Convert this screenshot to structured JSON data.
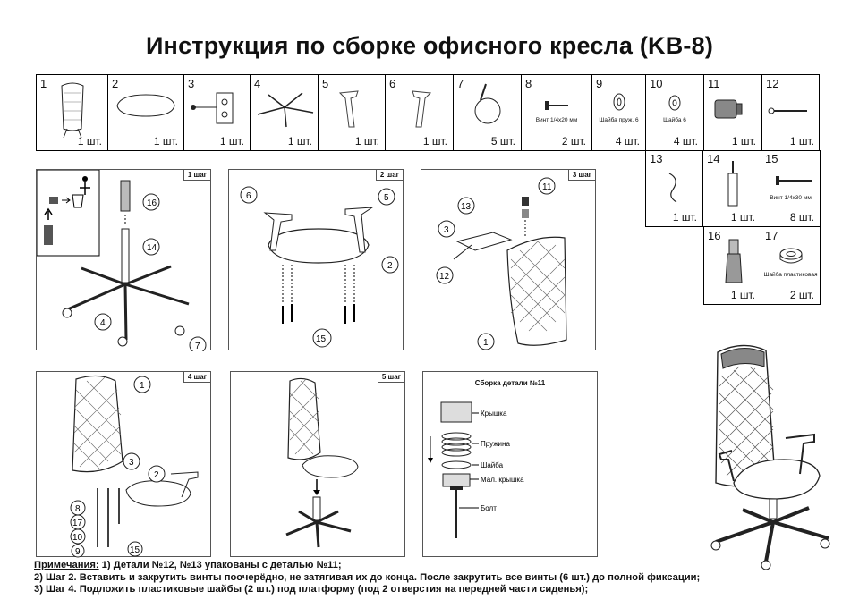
{
  "title": "Инструкция по сборке офисного кресла (KB-8)",
  "parts": [
    {
      "num": "1",
      "qty": "1 шт.",
      "caption": ""
    },
    {
      "num": "2",
      "qty": "1 шт.",
      "caption": ""
    },
    {
      "num": "3",
      "qty": "1 шт.",
      "caption": ""
    },
    {
      "num": "4",
      "qty": "1 шт.",
      "caption": ""
    },
    {
      "num": "5",
      "qty": "1 шт.",
      "caption": ""
    },
    {
      "num": "6",
      "qty": "1 шт.",
      "caption": ""
    },
    {
      "num": "7",
      "qty": "5 шт.",
      "caption": ""
    },
    {
      "num": "8",
      "qty": "2 шт.",
      "caption": "Винт 1/4x20 мм"
    },
    {
      "num": "9",
      "qty": "4 шт.",
      "caption": "Шайба пруж. 6"
    },
    {
      "num": "10",
      "qty": "4 шт.",
      "caption": "Шайба  6"
    },
    {
      "num": "11",
      "qty": "1 шт.",
      "caption": ""
    },
    {
      "num": "12",
      "qty": "1 шт.",
      "caption": ""
    },
    {
      "num": "13",
      "qty": "1 шт.",
      "caption": ""
    },
    {
      "num": "14",
      "qty": "1 шт.",
      "caption": ""
    },
    {
      "num": "15",
      "qty": "8 шт.",
      "caption": "Винт 1/4x30 мм"
    },
    {
      "num": "16",
      "qty": "1 шт.",
      "caption": ""
    },
    {
      "num": "17",
      "qty": "2 шт.",
      "caption": "Шайба пластиковая"
    }
  ],
  "steps": {
    "s1": {
      "label": "1 шаг",
      "callouts": [
        "16",
        "14",
        "4",
        "7"
      ]
    },
    "s2": {
      "label": "2 шаг",
      "callouts": [
        "6",
        "5",
        "2",
        "15"
      ]
    },
    "s3": {
      "label": "3 шаг",
      "callouts": [
        "11",
        "13",
        "3",
        "12",
        "1"
      ]
    },
    "s4": {
      "label": "4 шаг",
      "callouts": [
        "1",
        "3",
        "2",
        "8",
        "17",
        "10",
        "9",
        "15"
      ]
    },
    "s5": {
      "label": "5 шаг"
    }
  },
  "part11": {
    "title": "Сборка детали №11",
    "labels": [
      "Крышка",
      "Пружина",
      "Шайба",
      "Мал. крышка",
      "Болт"
    ]
  },
  "notes": {
    "heading": "Примечания:",
    "line1": " 1) Детали №12, №13 упакованы с деталью №11;",
    "line2": "2) Шаг 2. Вставить и закрутить винты поочерёдно, не затягивая их до конца. После закрутить все винты (6 шт.) до полной фиксации;",
    "line3": "3) Шаг 4. Подложить пластиковые шайбы (2 шт.) под платформу (под 2 отверстия на передней части сиденья);"
  }
}
